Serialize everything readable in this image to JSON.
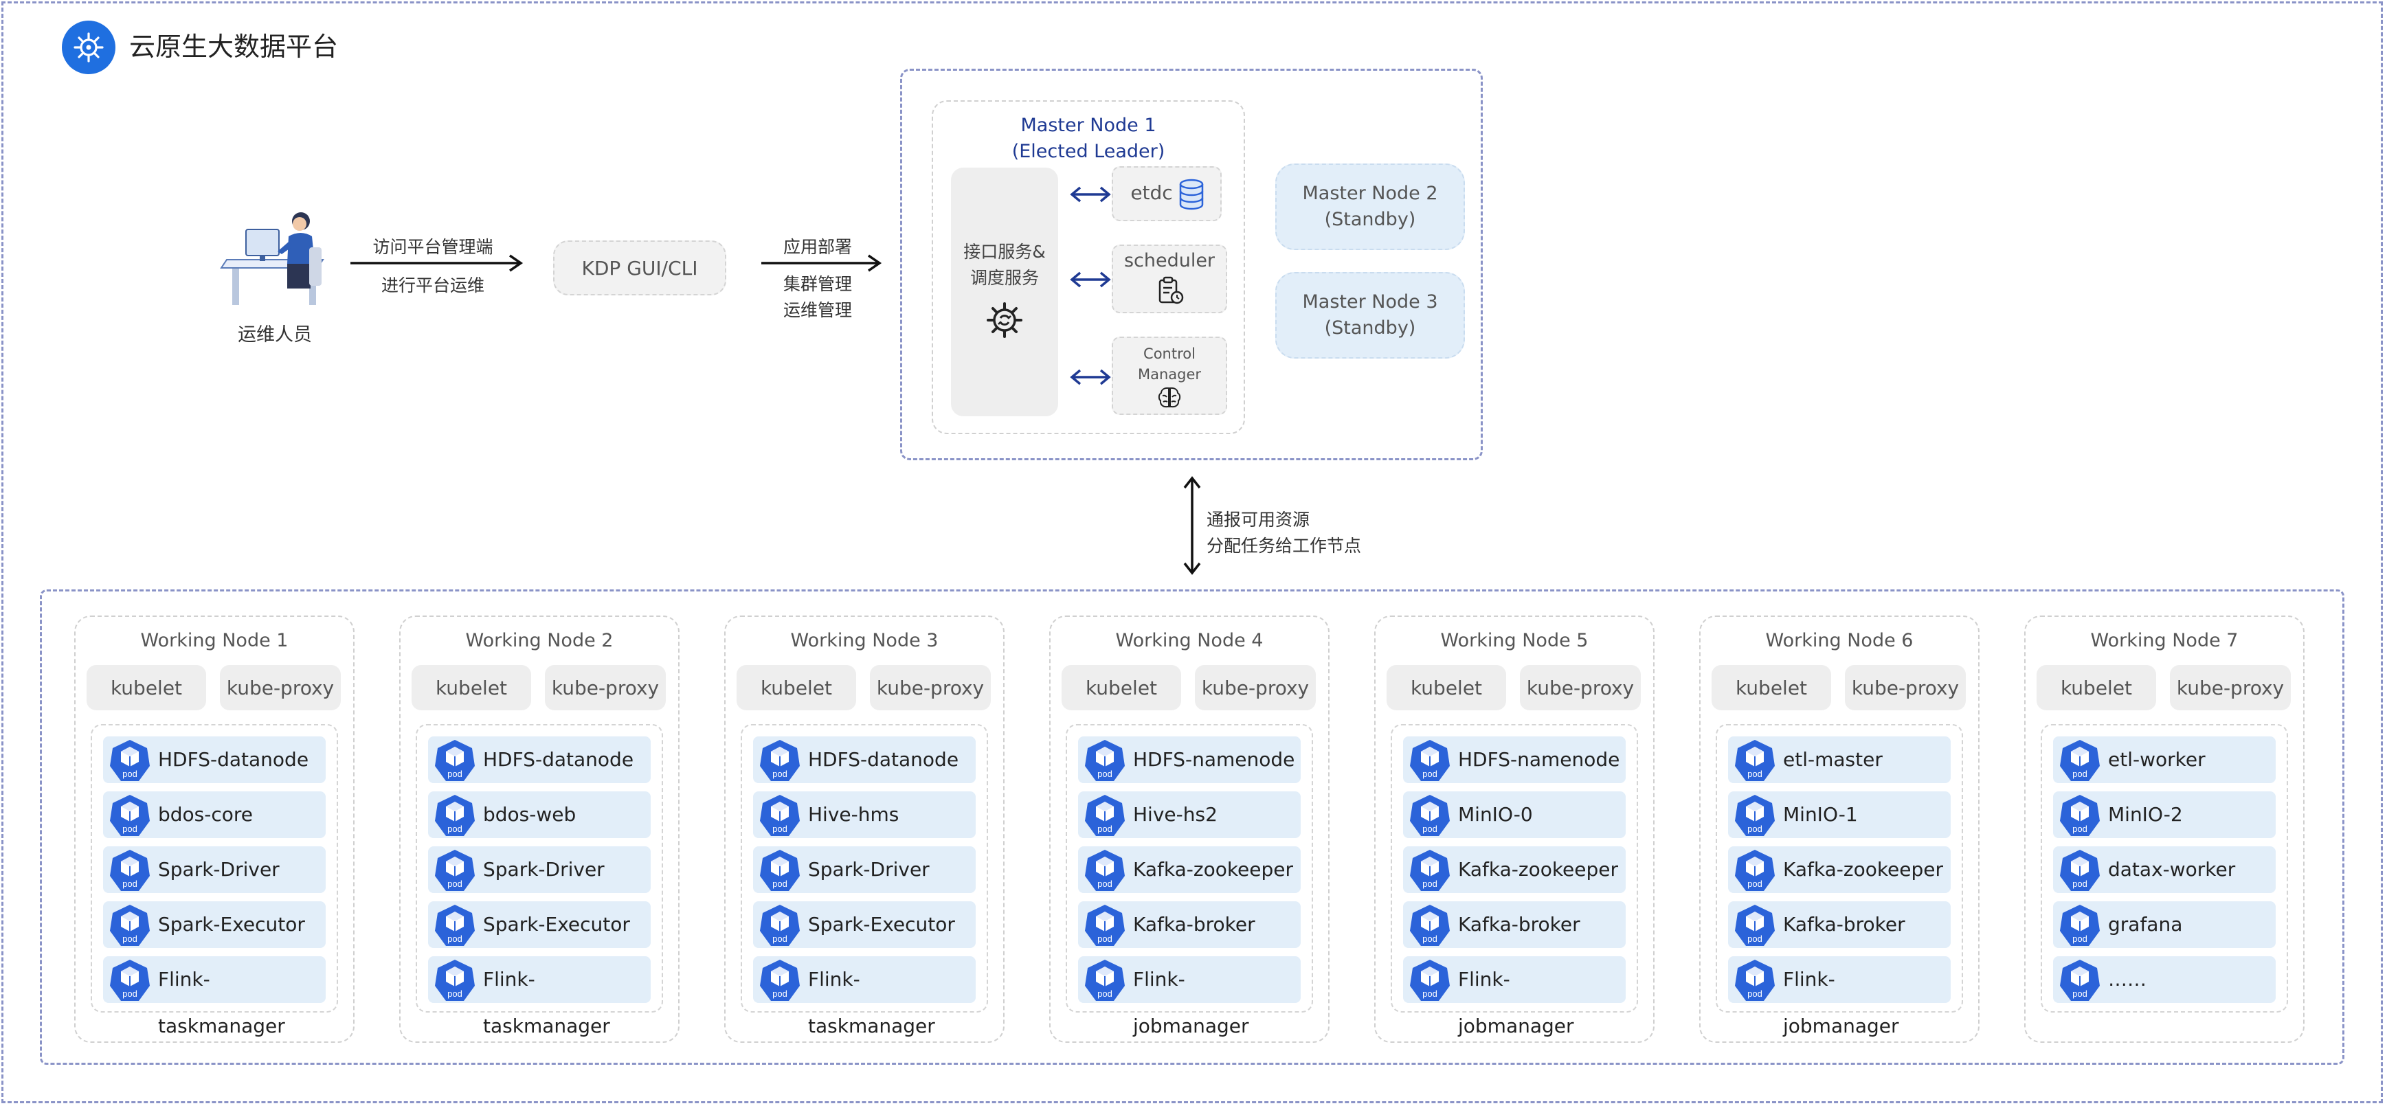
{
  "header": {
    "title": "云原生大数据平台",
    "logo": "kubernetes-helm-icon",
    "accent_color": "#1f6fe0"
  },
  "operator": {
    "label": "运维人员",
    "icon": "operator-desk-icon"
  },
  "flow": {
    "arrow1_top": "访问平台管理端",
    "arrow1_bottom": "进行平台运维",
    "gui_label": "KDP GUI/CLI",
    "arrow2_top": "应用部署",
    "arrow2_bottom1": "集群管理",
    "arrow2_bottom2": "运维管理"
  },
  "master": {
    "node1_title": "Master Node 1",
    "node1_subtitle": "(Elected Leader)",
    "api_line1": "接口服务&",
    "api_line2": "调度服务",
    "components": [
      {
        "label": "etdc",
        "icon": "database-icon"
      },
      {
        "label": "scheduler",
        "icon": "clipboard-clock-icon"
      },
      {
        "label1": "Control",
        "label2": "Manager",
        "icon": "brain-icon"
      }
    ],
    "standby": [
      {
        "name": "Master Node 2",
        "state": "(Standby)"
      },
      {
        "name": "Master Node 3",
        "state": "(Standby)"
      }
    ]
  },
  "link": {
    "line1": "通报可用资源",
    "line2": "分配任务给工作节点"
  },
  "workers": [
    {
      "title": "Working Node 1",
      "kubelet": "kubelet",
      "proxy": "kube-proxy",
      "pods": [
        "HDFS-datanode",
        "bdos-core",
        "Spark-Driver",
        "Spark-Executor",
        "Flink-taskmanager"
      ]
    },
    {
      "title": "Working Node 2",
      "kubelet": "kubelet",
      "proxy": "kube-proxy",
      "pods": [
        "HDFS-datanode",
        "bdos-web",
        "Spark-Driver",
        "Spark-Executor",
        "Flink-taskmanager"
      ]
    },
    {
      "title": "Working Node 3",
      "kubelet": "kubelet",
      "proxy": "kube-proxy",
      "pods": [
        "HDFS-datanode",
        "Hive-hms",
        "Spark-Driver",
        "Spark-Executor",
        "Flink-taskmanager"
      ]
    },
    {
      "title": "Working Node 4",
      "kubelet": "kubelet",
      "proxy": "kube-proxy",
      "pods": [
        "HDFS-namenode",
        "Hive-hs2",
        "Kafka-zookeeper",
        "Kafka-broker",
        "Flink-jobmanager"
      ]
    },
    {
      "title": "Working Node 5",
      "kubelet": "kubelet",
      "proxy": "kube-proxy",
      "pods": [
        "HDFS-namenode",
        "MinIO-0",
        "Kafka-zookeeper",
        "Kafka-broker",
        "Flink-jobmanager"
      ]
    },
    {
      "title": "Working Node 6",
      "kubelet": "kubelet",
      "proxy": "kube-proxy",
      "pods": [
        "etl-master",
        "MinIO-1",
        "Kafka-zookeeper",
        "Kafka-broker",
        "Flink-jobmanager"
      ]
    },
    {
      "title": "Working Node 7",
      "kubelet": "kubelet",
      "proxy": "kube-proxy",
      "pods": [
        "etl-worker",
        "MinIO-2",
        "datax-worker",
        "grafana",
        "……"
      ]
    }
  ],
  "pod_badge": "pod",
  "colors": {
    "frame": "#8a93c7",
    "pod_bg": "#e2eef9",
    "pod_icon": "#2b63d9",
    "master_text": "#1f3a93"
  }
}
